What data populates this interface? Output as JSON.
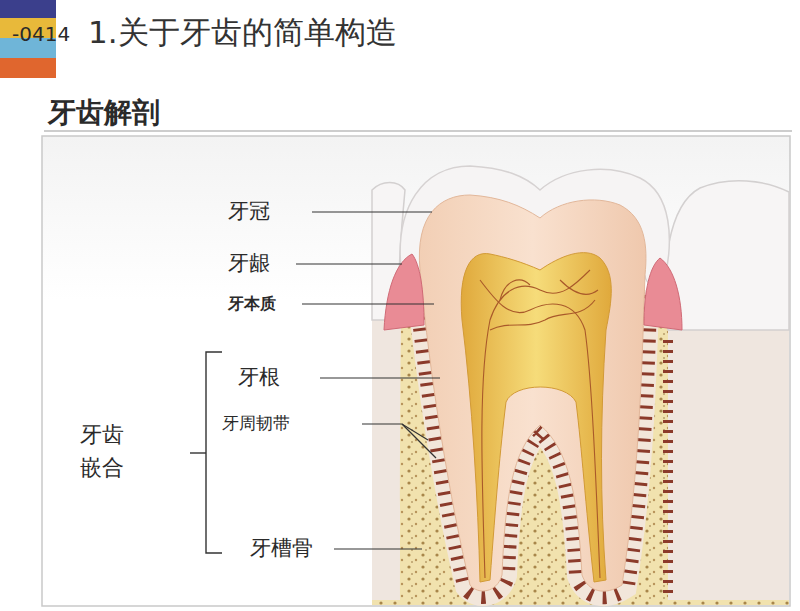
{
  "diagram": {
    "title": "1.关于牙齿的简单构造",
    "labels": [
      "-0414",
      "牙齿解剖",
      "牙冠",
      "牙龈",
      "牙本质",
      "牙根",
      "牙周韧带",
      "牙齿嵌合",
      "牙槽骨"
    ]
  }
}
